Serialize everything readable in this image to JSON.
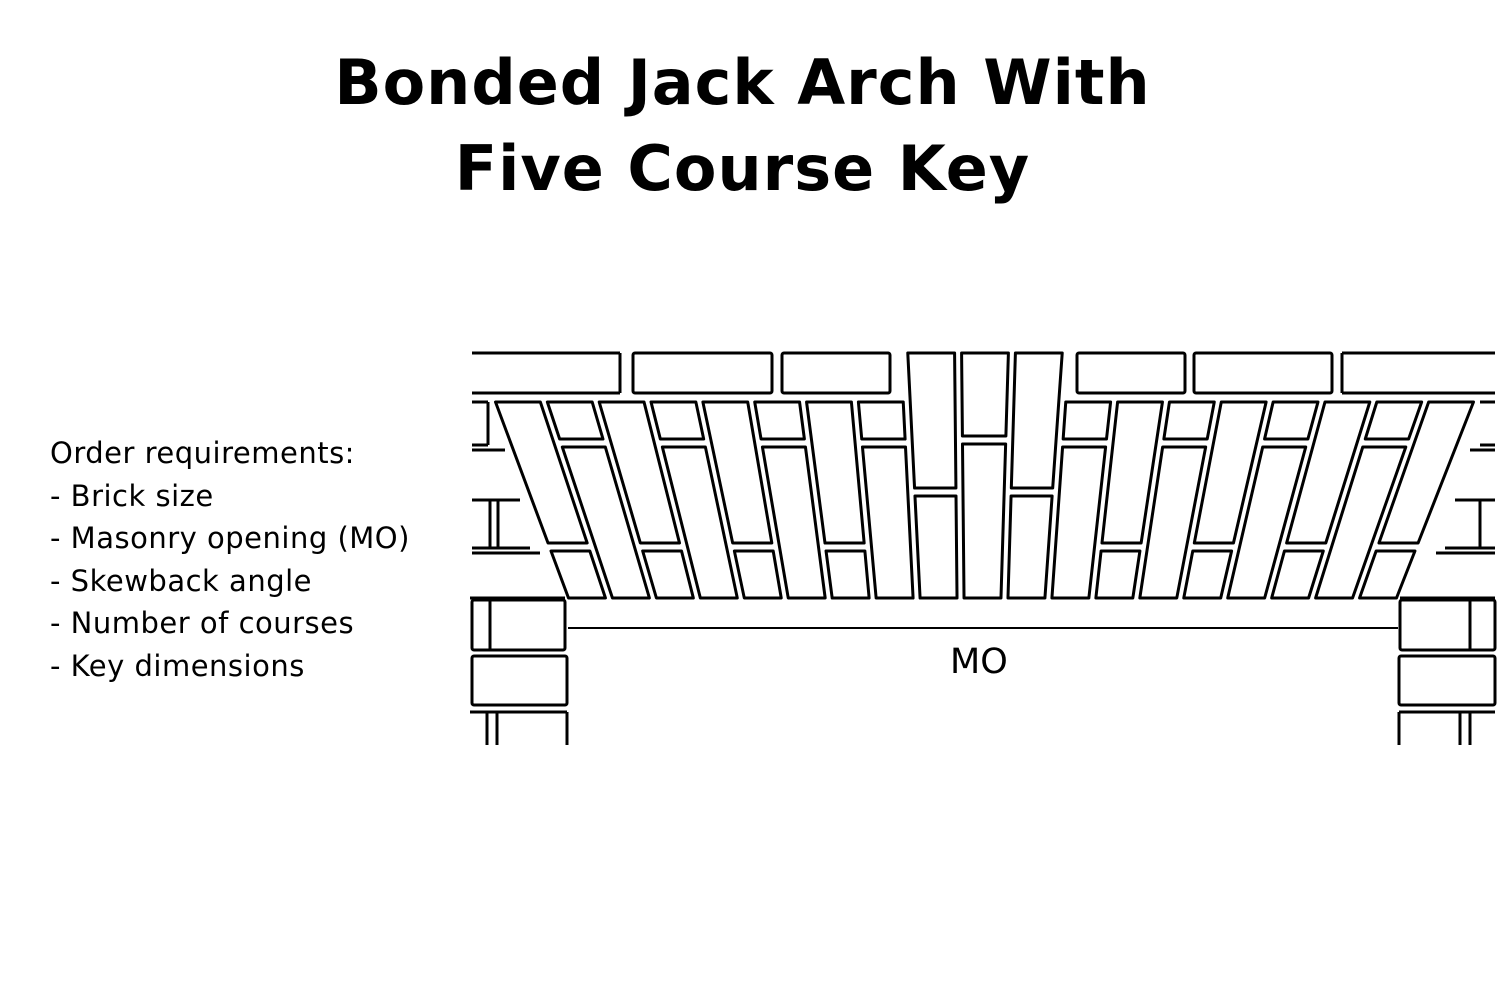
{
  "title": {
    "line1": "Bonded Jack Arch With",
    "line2": "Five Course Key"
  },
  "requirements": {
    "heading": "Order requirements:",
    "items": [
      "- Brick size",
      "- Masonry opening (MO)",
      "- Skewback angle",
      "- Number of courses",
      "- Key dimensions"
    ]
  },
  "diagram": {
    "opening_label": "MO",
    "key_courses": 5,
    "stroke_color": "#000000"
  }
}
